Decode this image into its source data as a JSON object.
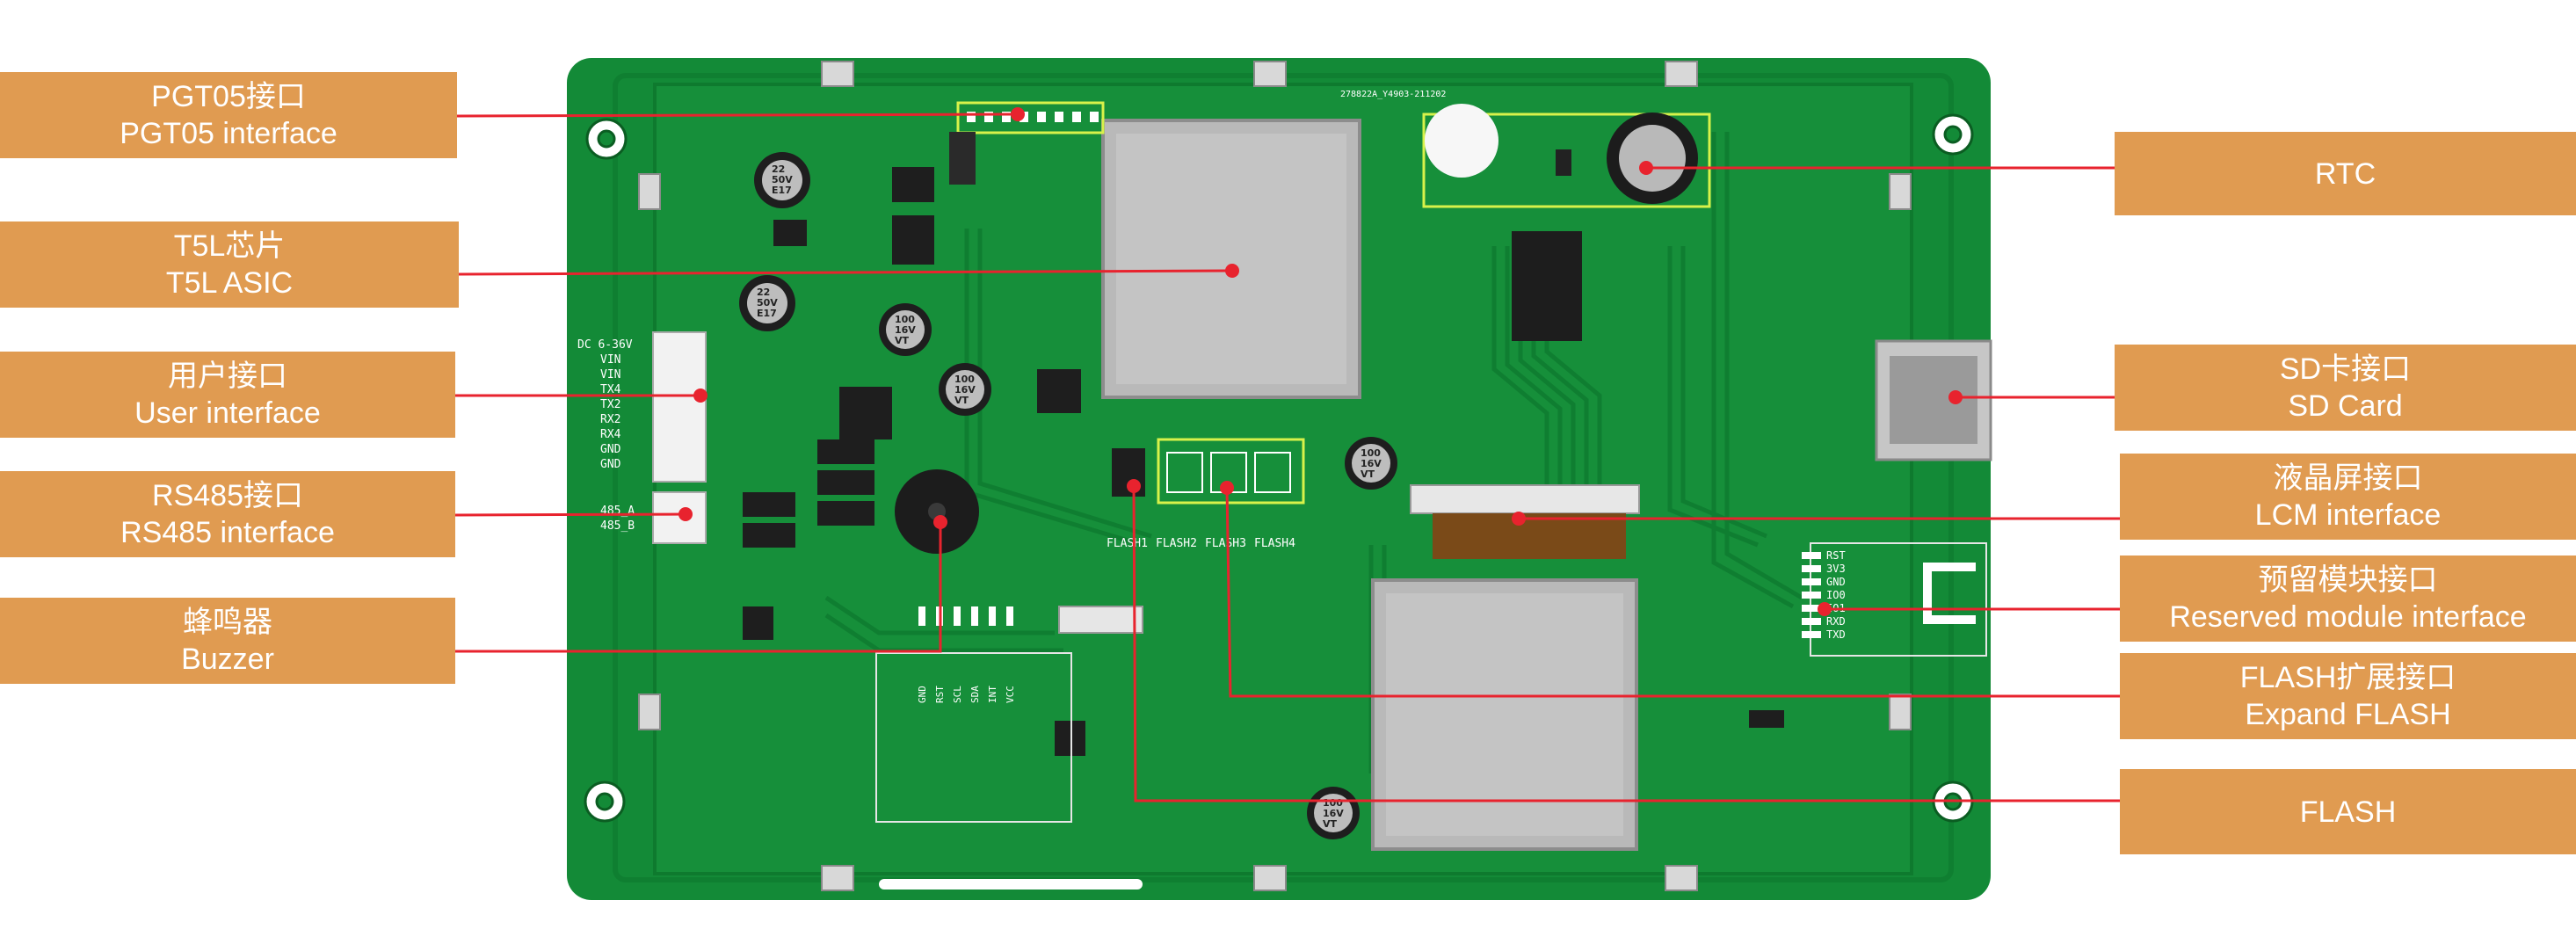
{
  "labels": {
    "pgt05": {
      "cn": "PGT05接口",
      "en": "PGT05 interface"
    },
    "t5l": {
      "cn": "T5L芯片",
      "en": "T5L ASIC"
    },
    "user": {
      "cn": "用户接口",
      "en": "User interface"
    },
    "rs485": {
      "cn": "RS485接口",
      "en": "RS485 interface"
    },
    "buzzer": {
      "cn": "蜂鸣器",
      "en": "Buzzer"
    },
    "rtc": {
      "en": "RTC"
    },
    "sd": {
      "cn": "SD卡接口",
      "en": "SD Card"
    },
    "lcm": {
      "cn": "液晶屏接口",
      "en": "LCM interface"
    },
    "reserved": {
      "cn": "预留模块接口",
      "en": "Reserved module interface"
    },
    "expand_flash": {
      "cn": "FLASH扩展接口",
      "en": "Expand FLASH"
    },
    "flash": {
      "en": "FLASH"
    }
  },
  "pcb_text": {
    "serial": "278822A_Y4903-211202",
    "power": "DC 6-36V",
    "user_pins": [
      "VIN",
      "VIN",
      "TX4",
      "TX2",
      "RX2",
      "RX4",
      "GND",
      "GND"
    ],
    "rs485_pins": [
      "485_A",
      "485_B"
    ],
    "flash_pads": [
      "FLASH1",
      "FLASH2",
      "FLASH3",
      "FLASH4"
    ],
    "reserved_pins": [
      "RST",
      "3V3",
      "GND",
      "IO0",
      "IO1",
      "RXD",
      "TXD"
    ],
    "module_pins": [
      "GND",
      "RST",
      "SCL",
      "SDA",
      "INT",
      "VCC"
    ],
    "cap1": [
      "22",
      "50V",
      "E17"
    ],
    "cap2": [
      "22",
      "50V",
      "E17"
    ],
    "cap3": [
      "100",
      "16V",
      "VT"
    ],
    "cap4": [
      "100",
      "16V",
      "VT"
    ],
    "cap5": [
      "100",
      "16V",
      "VT"
    ],
    "cap6": [
      "100",
      "16V",
      "VT"
    ]
  },
  "colors": {
    "label_bg": "#e09b51",
    "leader_line": "#e8232e",
    "pcb_green": "#17933b",
    "highlight": "#d8f24a"
  }
}
